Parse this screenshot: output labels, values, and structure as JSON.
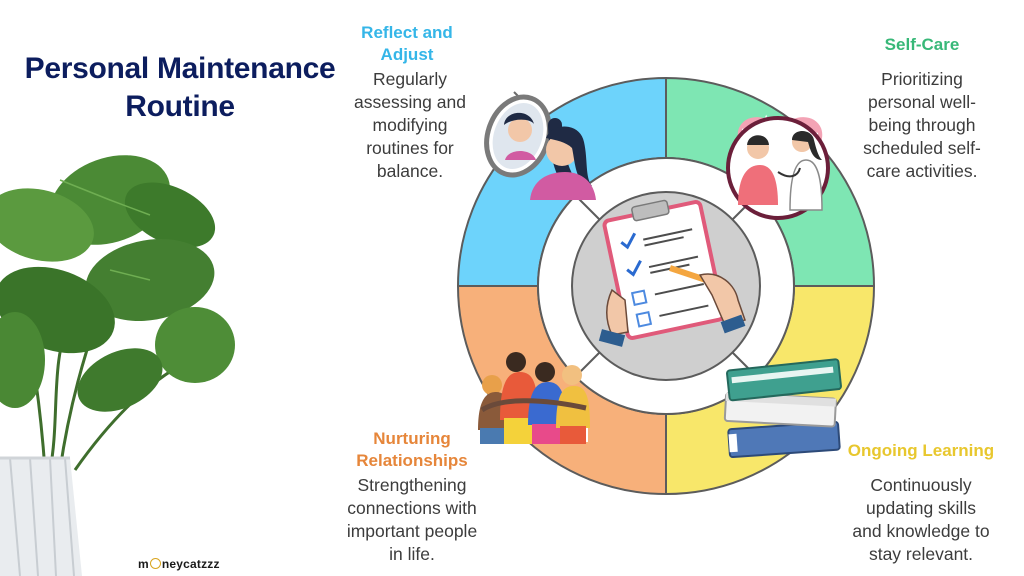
{
  "title": {
    "line1": "Personal Maintenance",
    "line2": "Routine"
  },
  "colors": {
    "title": "#0c1d5e",
    "reflect": "#6dd3fb",
    "selfcare": "#7ee6b3",
    "learning": "#f8e76a",
    "relationships": "#f7b07a",
    "label_reflect": "#35b6e8",
    "label_selfcare": "#38b878",
    "label_learning": "#e8c72e",
    "label_relationships": "#e6863a"
  },
  "steps": [
    {
      "label_lines": [
        "Reflect and",
        "Adjust"
      ],
      "desc_lines": [
        "Regularly",
        "assessing and",
        "modifying",
        "routines for",
        "balance."
      ],
      "icon": "mirror-icon"
    },
    {
      "label_lines": [
        "Self-Care"
      ],
      "desc_lines": [
        "Prioritizing",
        "personal well-",
        "being through",
        "scheduled self-",
        "care activities."
      ],
      "icon": "doctor-heart-icon"
    },
    {
      "label_lines": [
        "Ongoing Learning"
      ],
      "desc_lines": [
        "Continuously",
        "updating skills",
        "and knowledge to",
        "stay relevant."
      ],
      "icon": "books-icon"
    },
    {
      "label_lines": [
        "Nurturing",
        "Relationships"
      ],
      "desc_lines": [
        "Strengthening",
        "connections with",
        "important people",
        "in life."
      ],
      "icon": "group-hug-icon"
    }
  ],
  "center_icon": "clipboard-checklist-icon",
  "brand": {
    "prefix": "m",
    "suffix": "neycatzzz"
  }
}
